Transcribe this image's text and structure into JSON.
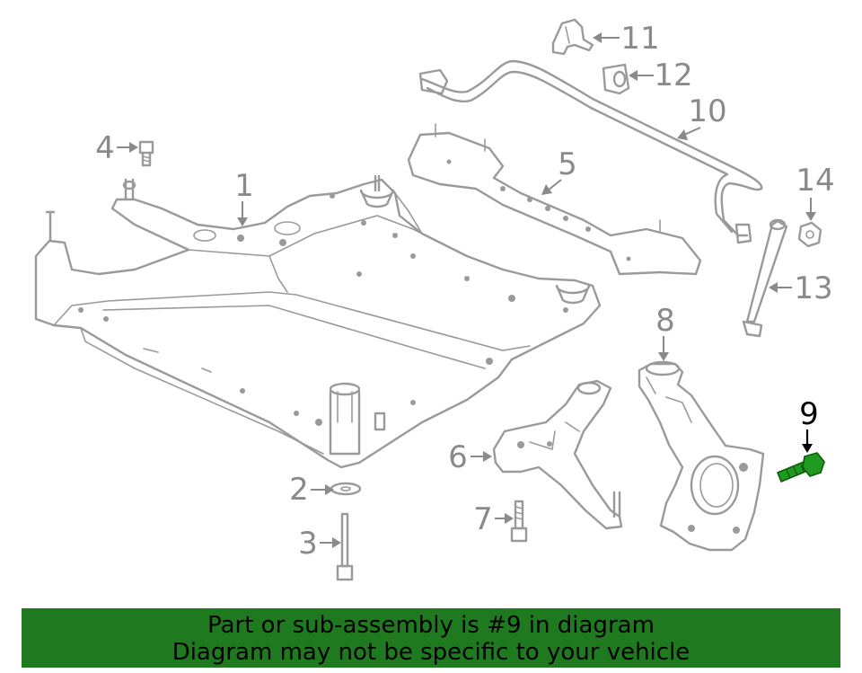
{
  "diagram": {
    "callouts": {
      "c1": "1",
      "c2": "2",
      "c3": "3",
      "c4": "4",
      "c5": "5",
      "c6": "6",
      "c7": "7",
      "c8": "8",
      "c9": "9",
      "c10": "10",
      "c11": "11",
      "c12": "12",
      "c13": "13",
      "c14": "14"
    },
    "highlighted_part": "9",
    "highlight_color": "#1f9a1f",
    "line_color": "#9a9a9a"
  },
  "banner": {
    "line1": "Part or sub-assembly is #9 in diagram",
    "line2": "Diagram may not be specific to your vehicle",
    "background": "#1f7a1f"
  }
}
